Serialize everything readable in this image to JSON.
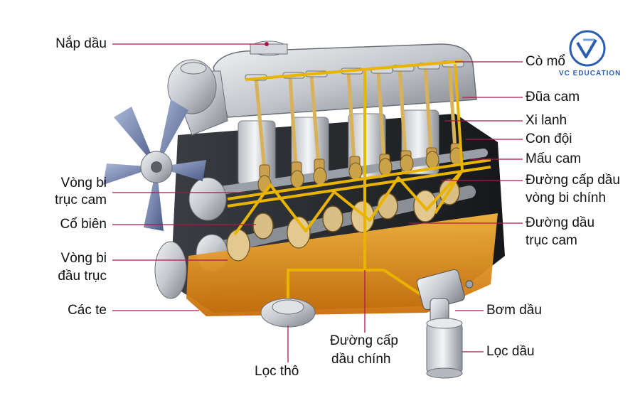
{
  "brand": {
    "name": "VC EDUCATION",
    "color": "#2a5db0"
  },
  "colors": {
    "leader": "#b0154a",
    "oil_line": "#e8b400",
    "sump": "#f0a020",
    "block": "#c9ccd1"
  },
  "labels": {
    "nap_dau": "Nắp dầu",
    "vong_bi_truc_cam": [
      "Vòng bi",
      "trục cam"
    ],
    "co_bien": "Cổ biên",
    "vong_bi_dau_truc": [
      "Vòng bi",
      "đầu trục"
    ],
    "cac_te": "Các te",
    "loc_tho": "Lọc thô",
    "duong_cap_dau_chinh": [
      "Đường cấp",
      "dầu chính"
    ],
    "co_mo": "Cò mổ",
    "dua_cam": "Đũa cam",
    "xi_lanh": "Xi lanh",
    "con_doi": "Con đội",
    "mau_cam": "Mấu cam",
    "duong_cap_dau_vong_bi_chinh": [
      "Đường cấp dầu",
      "vòng bi chính"
    ],
    "duong_dau_truc_cam": [
      "Đường dầu",
      "trục cam"
    ],
    "bom_dau": "Bơm dầu",
    "loc_dau": "Lọc dầu"
  }
}
